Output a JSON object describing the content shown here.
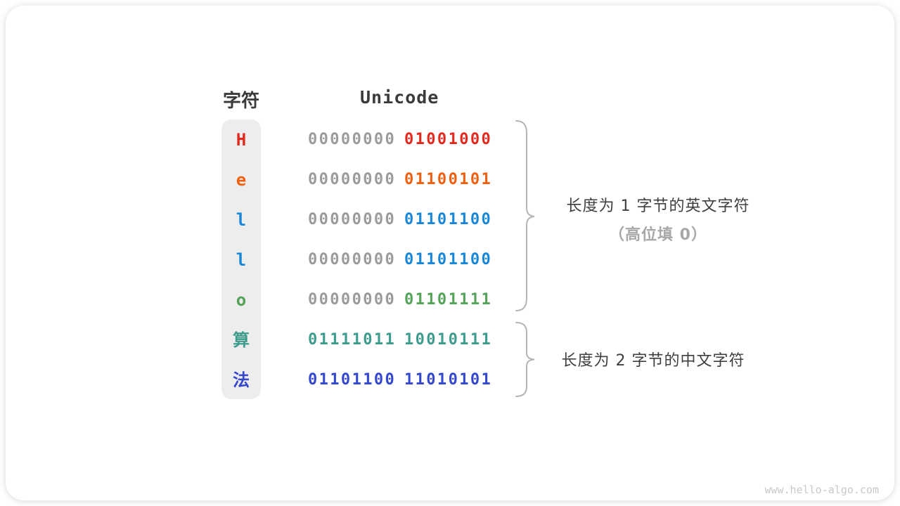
{
  "table": {
    "char_header": "字符",
    "unicode_header": "Unicode",
    "rows": [
      {
        "char": "H",
        "char_color": "#e3291d",
        "byte1": "00000000",
        "byte1_color": "#9b9b9b",
        "byte2": "01001000",
        "byte2_color": "#e3291d"
      },
      {
        "char": "e",
        "char_color": "#ee5f0e",
        "byte1": "00000000",
        "byte1_color": "#9b9b9b",
        "byte2": "01100101",
        "byte2_color": "#ee5f0e"
      },
      {
        "char": "l",
        "char_color": "#1987d8",
        "byte1": "00000000",
        "byte1_color": "#9b9b9b",
        "byte2": "01101100",
        "byte2_color": "#1987d8"
      },
      {
        "char": "l",
        "char_color": "#1987d8",
        "byte1": "00000000",
        "byte1_color": "#9b9b9b",
        "byte2": "01101100",
        "byte2_color": "#1987d8"
      },
      {
        "char": "o",
        "char_color": "#55a259",
        "byte1": "00000000",
        "byte1_color": "#9b9b9b",
        "byte2": "01101111",
        "byte2_color": "#55a259"
      },
      {
        "char": "算",
        "char_color": "#3d9c8e",
        "byte1": "01111011",
        "byte1_color": "#3d9c8e",
        "byte2": "10010111",
        "byte2_color": "#3d9c8e"
      },
      {
        "char": "法",
        "char_color": "#3447cf",
        "byte1": "01101100",
        "byte1_color": "#3447cf",
        "byte2": "11010101",
        "byte2_color": "#3447cf"
      }
    ]
  },
  "annotations": {
    "group1_line1": "长度为 1 字节的英文字符",
    "group1_line2": "（高位填 0）",
    "group2_line1": "长度为 2 字节的中文字符"
  },
  "watermark": "www.hello-algo.com",
  "colors": {
    "leading_zero_gray": "#9b9b9b",
    "char_column_bg": "#ededed",
    "brace_gray": "#b5b5b5",
    "header_text": "#3a3a3a",
    "annotation_text": "#3f3f3f",
    "annotation_muted": "#a8a8a8"
  }
}
